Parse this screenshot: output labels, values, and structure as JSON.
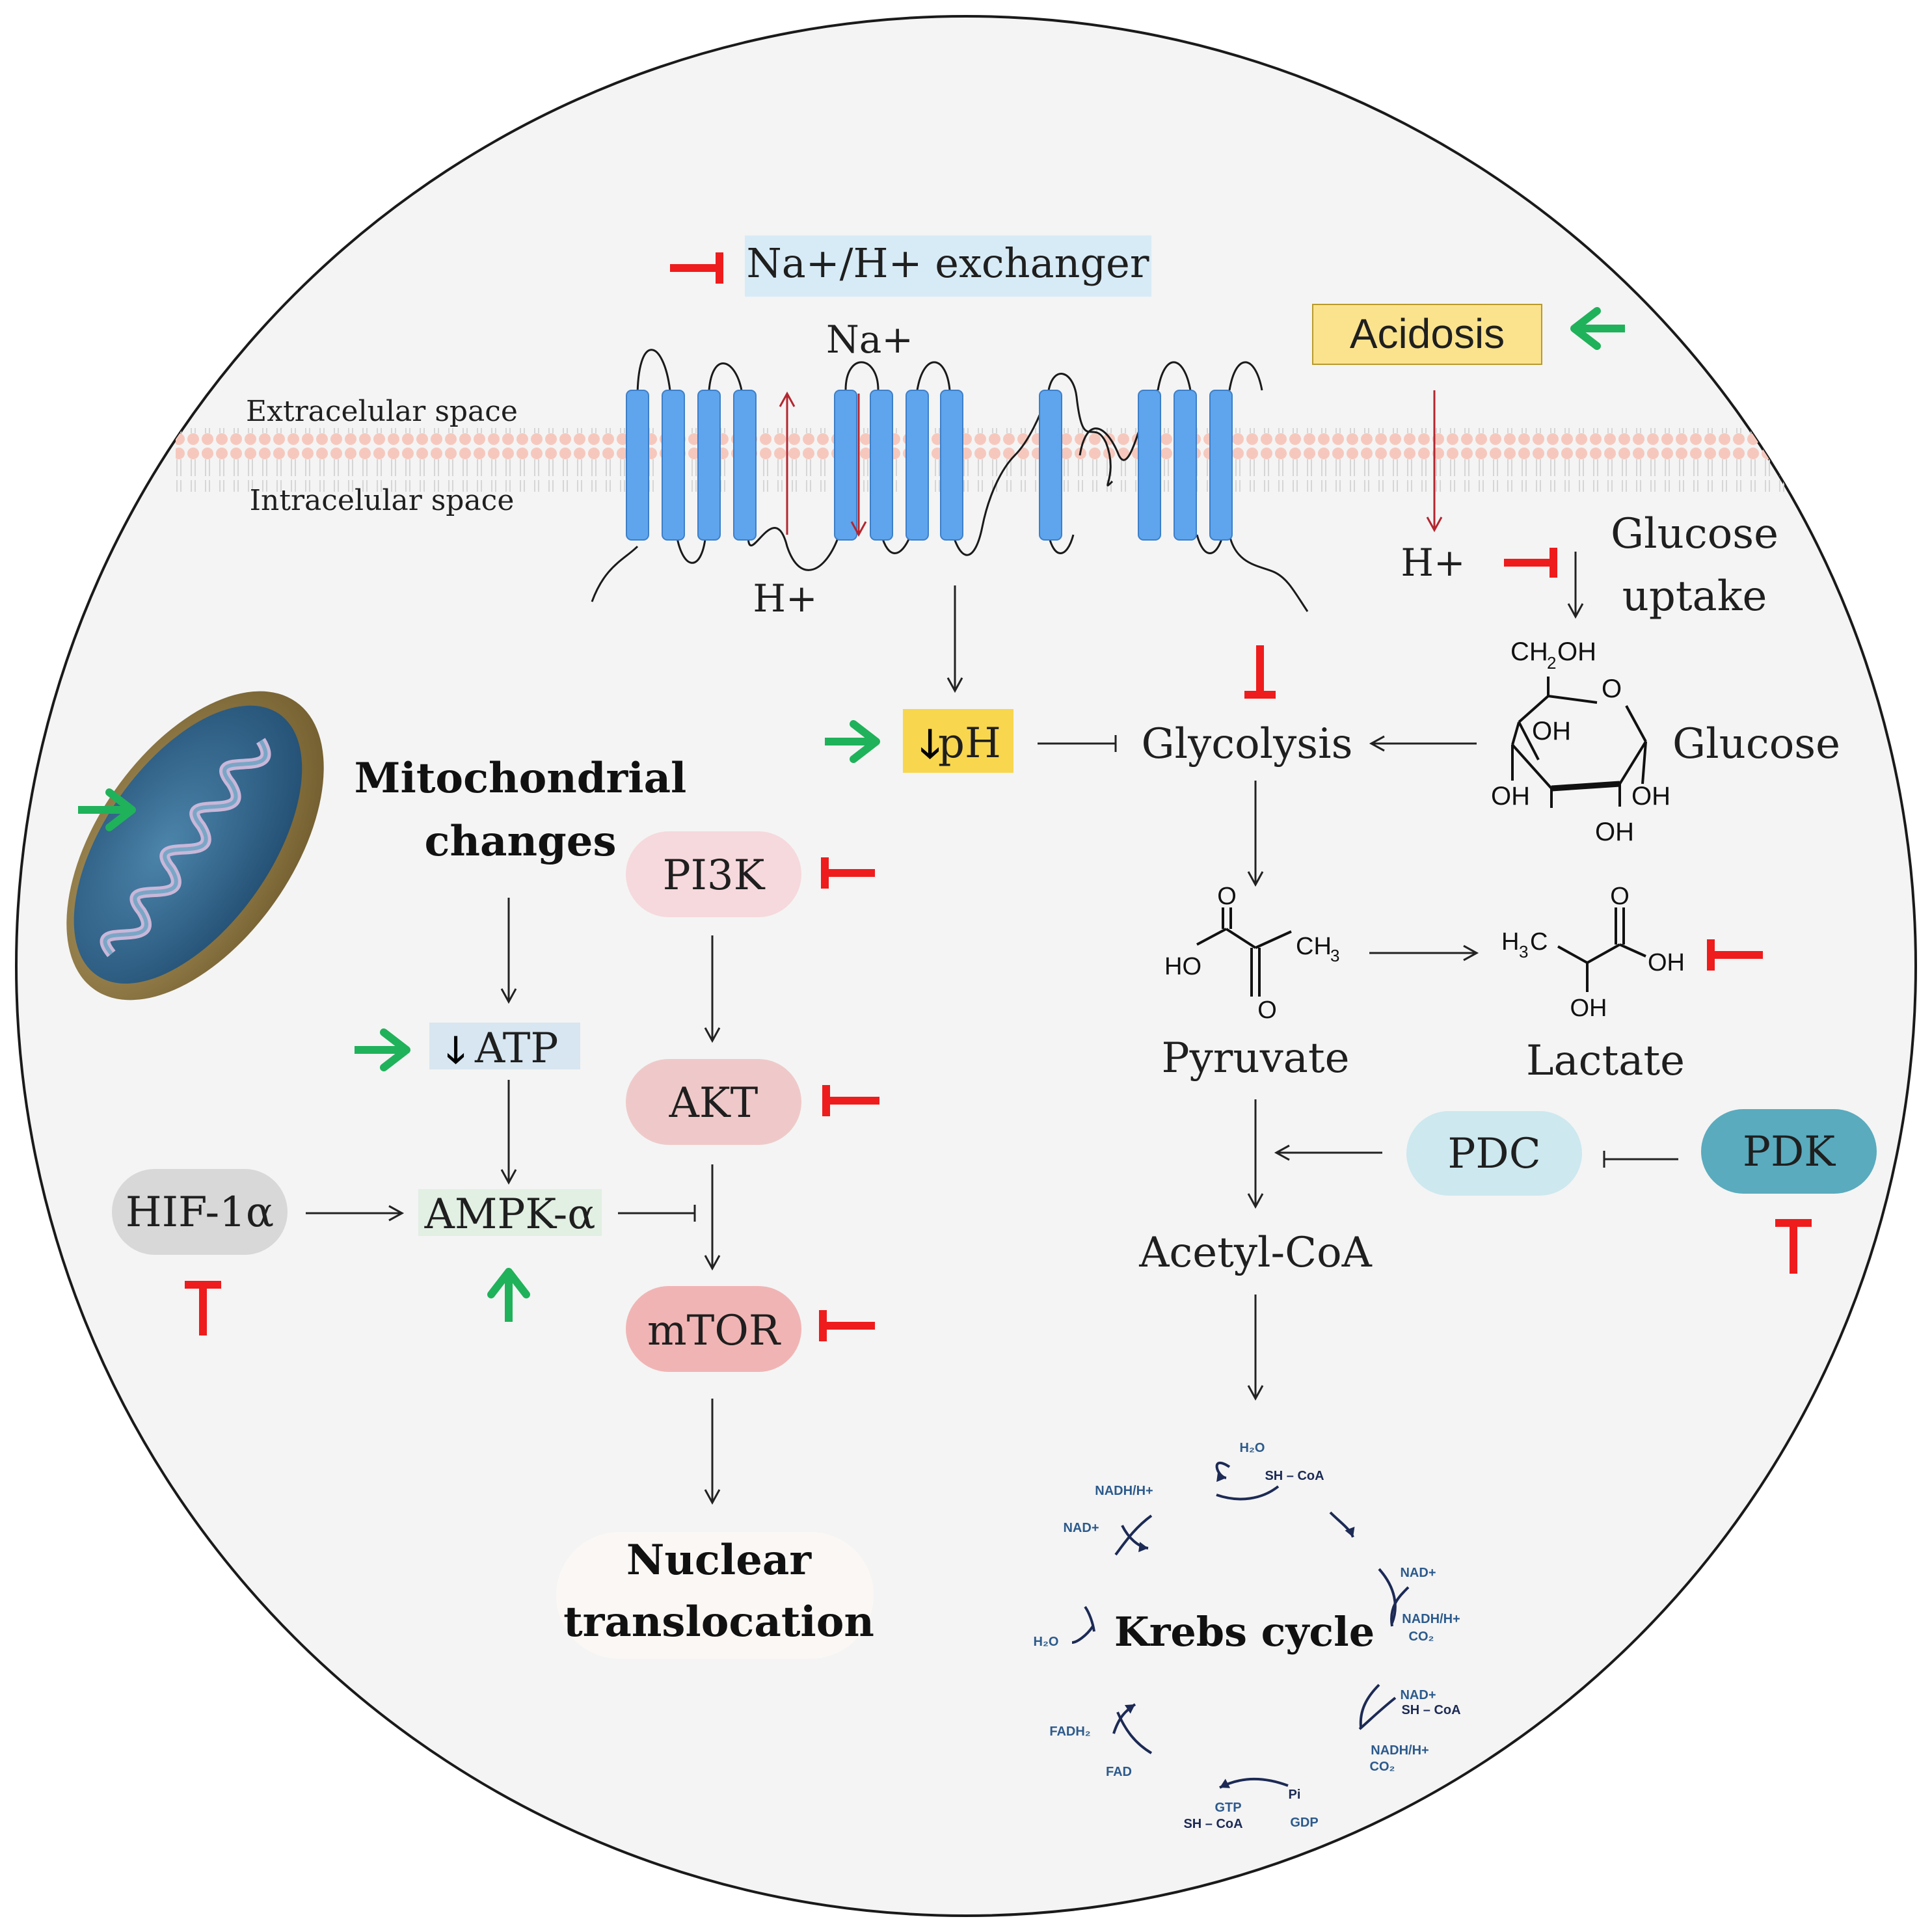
{
  "membrane": {
    "extracellular_label": "Extracelular space",
    "intracellular_label": "Intracelular space"
  },
  "exchanger": {
    "title": "Na+/H+ exchanger",
    "na_label": "Na+",
    "h_label": "H+"
  },
  "acidosis": {
    "label": "Acidosis",
    "h_label": "H+"
  },
  "glucose_uptake": {
    "line1": "Glucose",
    "line2": "uptake"
  },
  "ph": {
    "arrow_glyph": "🡓",
    "label": "pH"
  },
  "glycolysis": {
    "label": "Glycolysis"
  },
  "glucose": {
    "label": "Glucose",
    "atoms": {
      "ch2oh": "CH",
      "ch2oh_sub": "2",
      "ch2oh_tail": "OH",
      "ring_o": "O",
      "oh_upper": "OH",
      "oh_left": "OH",
      "oh_right": "OH",
      "oh_bottom": "OH"
    }
  },
  "pyruvate": {
    "label": "Pyruvate",
    "atoms": {
      "o_top": "O",
      "ho": "HO",
      "ch3": "CH",
      "ch3_sub": "3",
      "o_bottom": "O"
    }
  },
  "lactate": {
    "label": "Lactate",
    "atoms": {
      "h3c": "H",
      "h3c_sub": "3",
      "h3c_c": "C",
      "o_top": "O",
      "oh_right": "OH",
      "oh_bottom": "OH"
    }
  },
  "pdc": {
    "label": "PDC"
  },
  "pdk": {
    "label": "PDK"
  },
  "acetyl_coa": {
    "label": "Acetyl-CoA"
  },
  "mitochondrial_changes": {
    "line1": "Mitochondrial",
    "line2": "changes"
  },
  "atp": {
    "arrow_glyph": "🡓",
    "label": "ATP"
  },
  "hif": {
    "label": "HIF-1α"
  },
  "ampk": {
    "label": "AMPK-α"
  },
  "pi3k": {
    "label": "PI3K"
  },
  "akt": {
    "label": "AKT"
  },
  "mtor": {
    "label": "mTOR"
  },
  "nuclear": {
    "line1": "Nuclear",
    "line2": "translocation"
  },
  "krebs": {
    "label": "Krebs cycle",
    "molecules": {
      "h2o_top": "H₂O",
      "shcoa_top": "SH – CoA",
      "nadh_left": "NADH/H+",
      "nad_left": "NAD+",
      "nad_r1": "NAD+",
      "nadh_r1": "NADH/H+",
      "co2_r1": "CO₂",
      "h2o_left": "H₂O",
      "nad_r2": "NAD+",
      "shcoa_r2": "SH – CoA",
      "nadh_r2": "NADH/H+",
      "co2_r2": "CO₂",
      "fadh2": "FADH₂",
      "fad": "FAD",
      "gtp": "GTP",
      "shcoa_bottom": "SH – CoA",
      "pi": "Pi",
      "gdp": "GDP"
    }
  },
  "colors": {
    "background_circle": "#f4f4f4",
    "exchanger_box": "#d7ebf6",
    "acidosis_box": "#fbe38e",
    "ph_box": "#f8d64e",
    "atp_box": "#d7e6f0",
    "ampk_box": "#e2efe3",
    "hif_box": "#d8d8d8",
    "pi3k_box": "#f6d9dd",
    "akt_box": "#efc9c9",
    "mtor_box": "#f1b4b4",
    "pdc_box": "#cde8ef",
    "pdk_box": "#5aabbe",
    "nuclear_box": "#fbf7f5",
    "inhibit_red": "#ee1c1c",
    "stimulate_green": "#1fb25a",
    "helix_blue": "#5ea5ee",
    "krebs_blue": "#2c5a8c"
  }
}
